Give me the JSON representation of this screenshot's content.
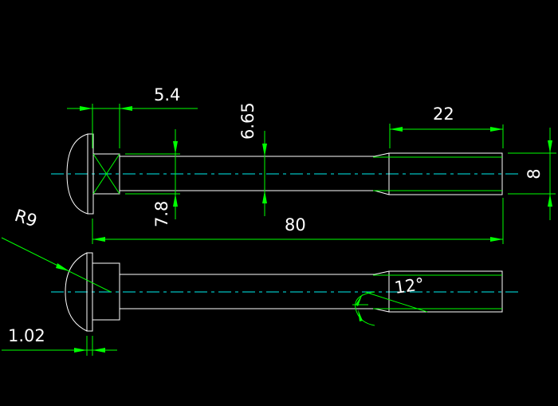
{
  "drawing": {
    "background": "#000000",
    "colors": {
      "object": "#ffffff",
      "dimension": "#00ff00",
      "centerline": "#00c0c0"
    },
    "dimensions": {
      "head_offset": "5.4",
      "shank_diameter": "6.65",
      "thread_length": "22",
      "thread_diameter": "8",
      "neck_width": "7.8",
      "overall_length": "80",
      "head_radius": "R9",
      "head_thickness": "1.02",
      "chamfer_angle": "12°"
    }
  }
}
